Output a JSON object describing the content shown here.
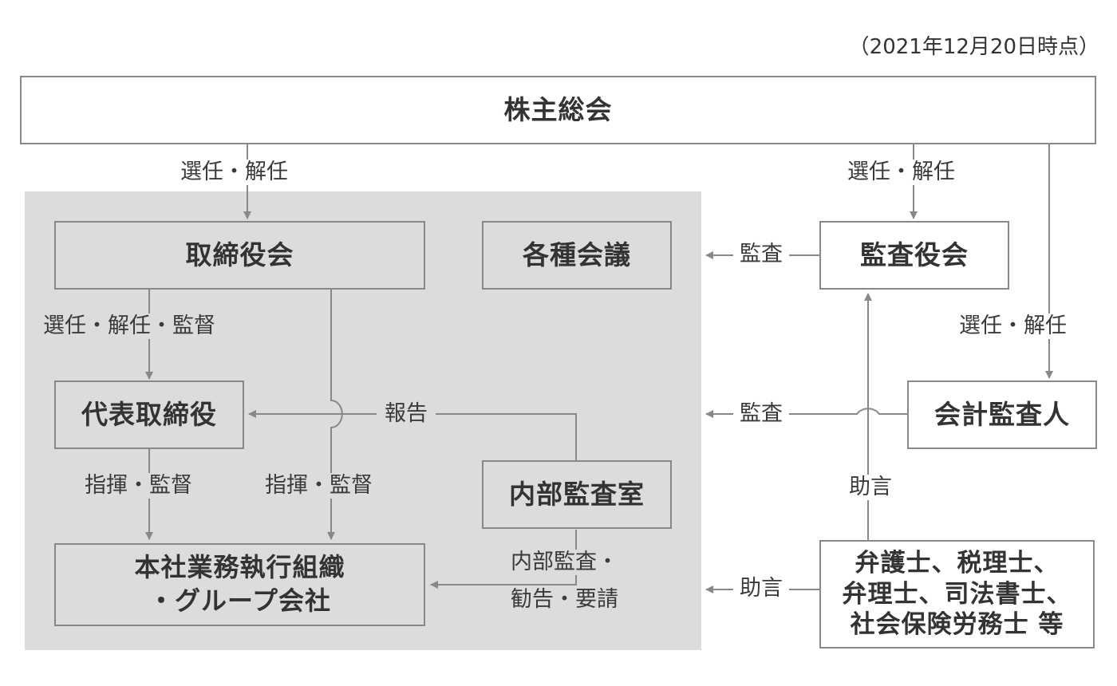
{
  "date_note": "（2021年12月20日時点）",
  "boxes": {
    "shareholders": "株主総会",
    "board": "取締役会",
    "meetings": "各種会議",
    "audit_board": "監査役会",
    "representative": "代表取締役",
    "accounting_auditor": "会計監査人",
    "internal_audit": "内部監査室",
    "operations": [
      "本社業務執行組織",
      "・グループ会社"
    ],
    "advisors": [
      "弁護士、税理士、",
      "弁理士、司法書士、",
      "社会保険労務士 等"
    ]
  },
  "labels": {
    "elect_board": "選任・解任",
    "elect_audit": "選任・解任",
    "elect_accounting": "選任・解任",
    "board_to_rep": "選任・解任・監督",
    "rep_to_ops": "指揮・監督",
    "board_to_ops": "指揮・監督",
    "report": "報告",
    "audit_meetings": "監査",
    "audit_rep": "監査",
    "advice_up": "助言",
    "advice_left": "助言",
    "internal_audit_line1": "内部監査・",
    "internal_audit_line2": "勧告・要請"
  },
  "colors": {
    "line": "#888888",
    "gray_area": "#dcdcdc",
    "text": "#333333"
  }
}
